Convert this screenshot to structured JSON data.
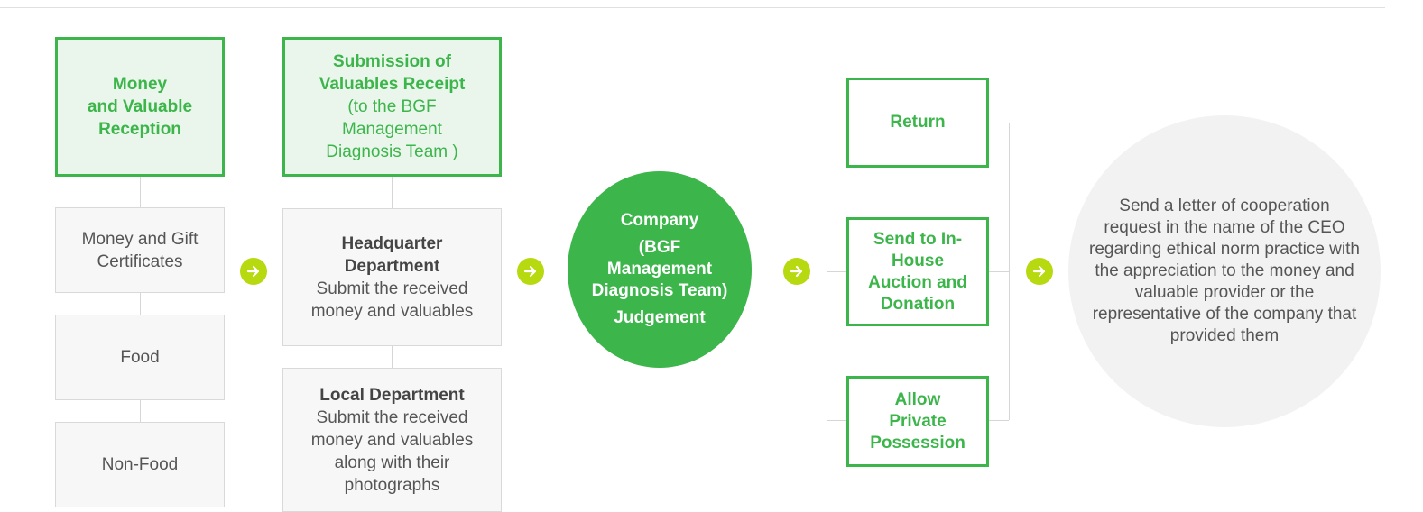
{
  "col1": {
    "header": [
      "Money",
      "and Valuable",
      "Reception"
    ],
    "items": [
      "Money and Gift Certificates",
      "Food",
      "Non-Food"
    ]
  },
  "col2": {
    "header_bold": [
      "Submission of",
      "Valuables Receipt"
    ],
    "header_rest": [
      "(to the BGF",
      "Management",
      "Diagnosis Team )"
    ],
    "hq_title": "Headquarter Department",
    "hq_text": "Submit the received money and valuables",
    "local_title": "Local Department",
    "local_text": "Submit the received money and valuables along with their photographs"
  },
  "judgement": {
    "line1": "Company",
    "line2": "(BGF Management Diagnosis Team)",
    "line3": "Judgement"
  },
  "outcomes": [
    "Return",
    "Send to In-House Auction and Donation",
    "Allow Private Possession"
  ],
  "final": "Send a letter of cooperation request in the name of the CEO regarding ethical norm practice with the appreciation to the money and valuable provider or the representative of the company that provided them",
  "colors": {
    "green": "#3cb54a",
    "lime": "#b6d90f",
    "grey_bg": "#f7f7f7"
  }
}
